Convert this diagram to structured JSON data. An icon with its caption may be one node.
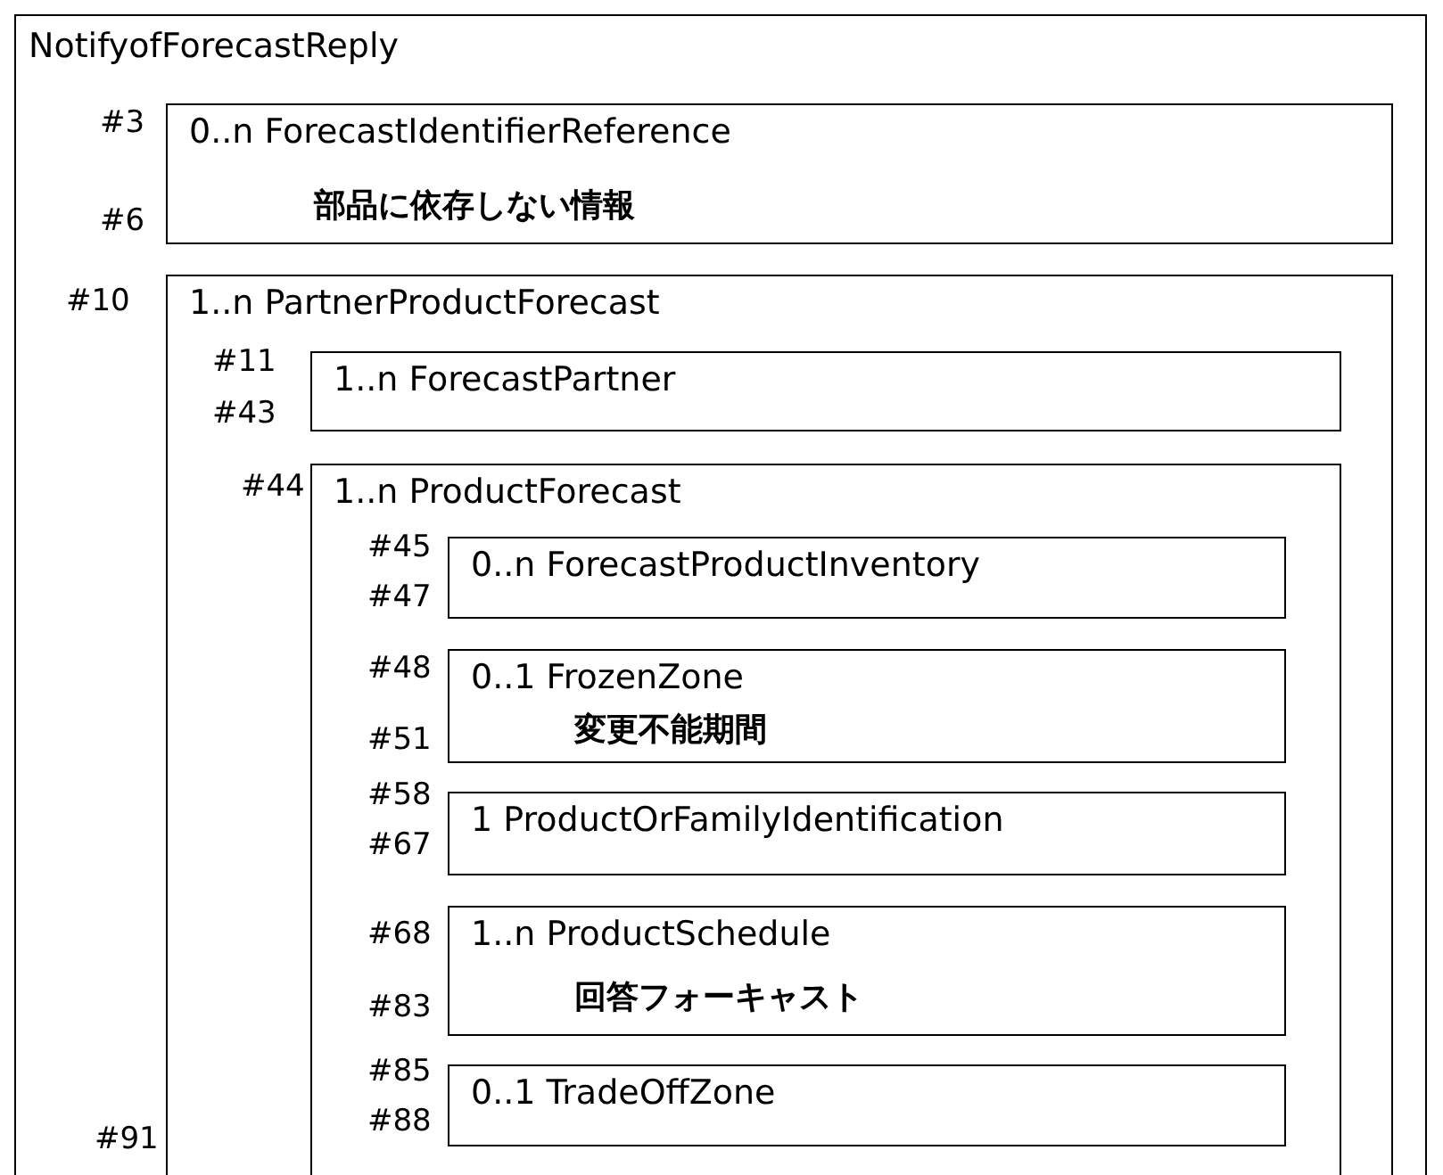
{
  "diagram": {
    "nodes": [
      {
        "text": [
          "NotifyofForecastReply"
        ]
      },
      {
        "text": [
          "0..n ForecastIdentifierReference",
          "部品に依存しない情報"
        ],
        "in": 0,
        "beside": [
          "#3",
          "#6"
        ]
      },
      {
        "text": [
          "1..n PartnerProductForecast"
        ],
        "in": 0,
        "beside": [
          "#10",
          "#91"
        ]
      },
      {
        "text": [
          "1..n ForecastPartner"
        ],
        "in": 2,
        "beside": [
          "#11",
          "#43"
        ]
      },
      {
        "text": [
          "1..n ProductForecast"
        ],
        "in": 2,
        "beside": [
          "#44"
        ]
      },
      {
        "text": [
          "0..n ForecastProductInventory"
        ],
        "in": 4,
        "beside": [
          "#45",
          "#47"
        ]
      },
      {
        "text": [
          "0..1 FrozenZone",
          "変更不能期間"
        ],
        "in": 4,
        "beside": [
          "#48",
          "#51"
        ]
      },
      {
        "text": [
          "1 ProductOrFamilyIdentification"
        ],
        "in": 4,
        "beside": [
          "#58",
          "#67"
        ]
      },
      {
        "text": [
          "1..n ProductSchedule",
          "回答フォーキャスト"
        ],
        "in": 4,
        "beside": [
          "#68",
          "#83"
        ]
      },
      {
        "text": [
          "0..1 TradeOffZone"
        ],
        "in": 4,
        "beside": [
          "#85",
          "#88"
        ]
      }
    ]
  }
}
